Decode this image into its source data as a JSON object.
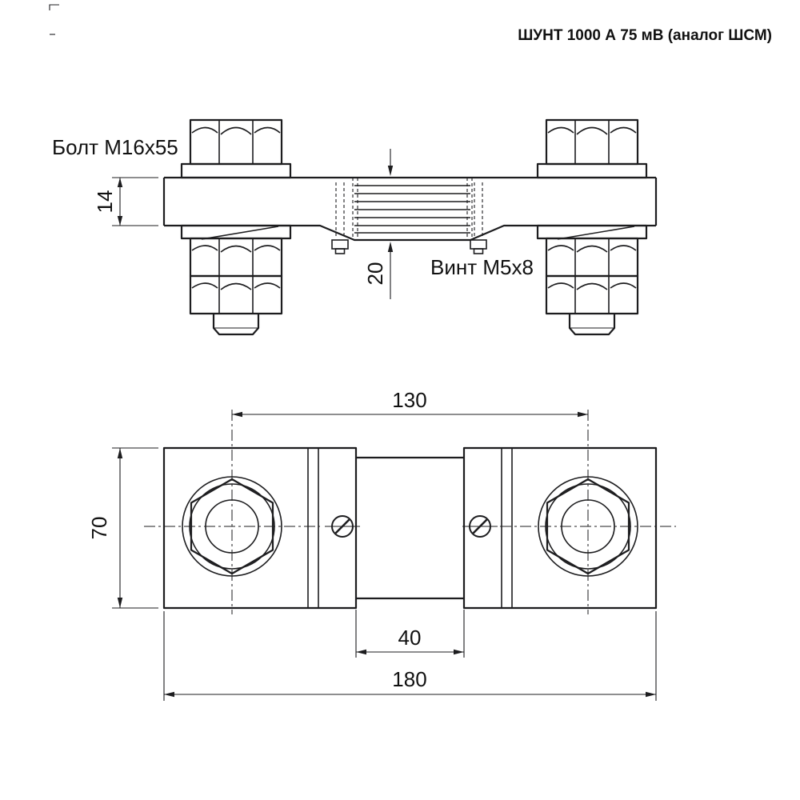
{
  "title": "ШУНТ 1000 А 75 мВ (аналог ШСМ)",
  "side_view": {
    "bolt_label": "Болт М16х55",
    "screw_label": "Винт М5х8",
    "dim_terminal_thickness": "14",
    "dim_resistive_pack_height": "20"
  },
  "plan_view": {
    "dim_bolt_spacing": "130",
    "dim_body_width": "70",
    "dim_resistive_section_length": "40",
    "dim_overall_length": "180"
  },
  "colors": {
    "line": "#1d1d1f",
    "background": "#ffffff"
  }
}
